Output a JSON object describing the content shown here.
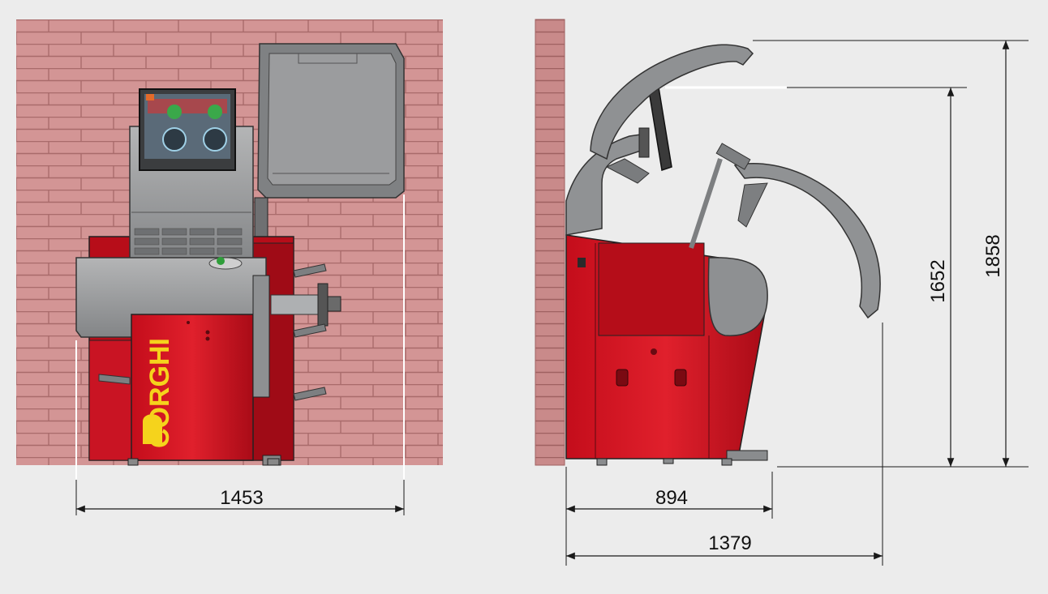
{
  "front_view": {
    "brand": "CORGHI",
    "width_label": "1453"
  },
  "side_view": {
    "depth_label": "894",
    "depth_open_label": "1379",
    "height_label": "1652",
    "height_open_label": "1858"
  },
  "colors": {
    "background": "#ececec",
    "brick": "#d19393",
    "mortar": "#a86a6a",
    "machine_red": "#d40f1e",
    "machine_dark_red": "#9b0a15",
    "machine_grey": "#8f9193",
    "guard_grey": "#9a9a9a",
    "logo_yellow": "#f5d31c",
    "dimension_line": "#1a1a1a"
  }
}
